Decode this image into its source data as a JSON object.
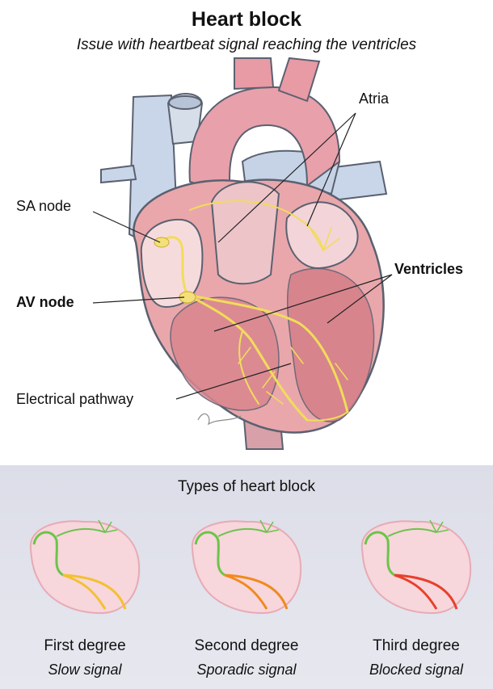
{
  "header": {
    "title": "Heart block",
    "subtitle": "Issue with heartbeat signal reaching the ventricles"
  },
  "labels": {
    "atria": "Atria",
    "sa_node": "SA node",
    "ventricles": "Ventricles",
    "av_node": "AV node",
    "electrical_pathway": "Electrical pathway"
  },
  "types": {
    "title": "Types of heart block",
    "items": [
      {
        "degree": "First degree",
        "description": "Slow signal",
        "color": "#f2c12e"
      },
      {
        "degree": "Second degree",
        "description": "Sporadic signal",
        "color": "#f08a1c"
      },
      {
        "degree": "Third degree",
        "description": "Blocked signal",
        "color": "#e8402a"
      }
    ]
  },
  "colors": {
    "conduction_normal": "#8fd14f",
    "heart_tissue": "#e8a2a8",
    "vessels_blue": "#c6d3e6",
    "panel_bg": "#dcdde8"
  }
}
